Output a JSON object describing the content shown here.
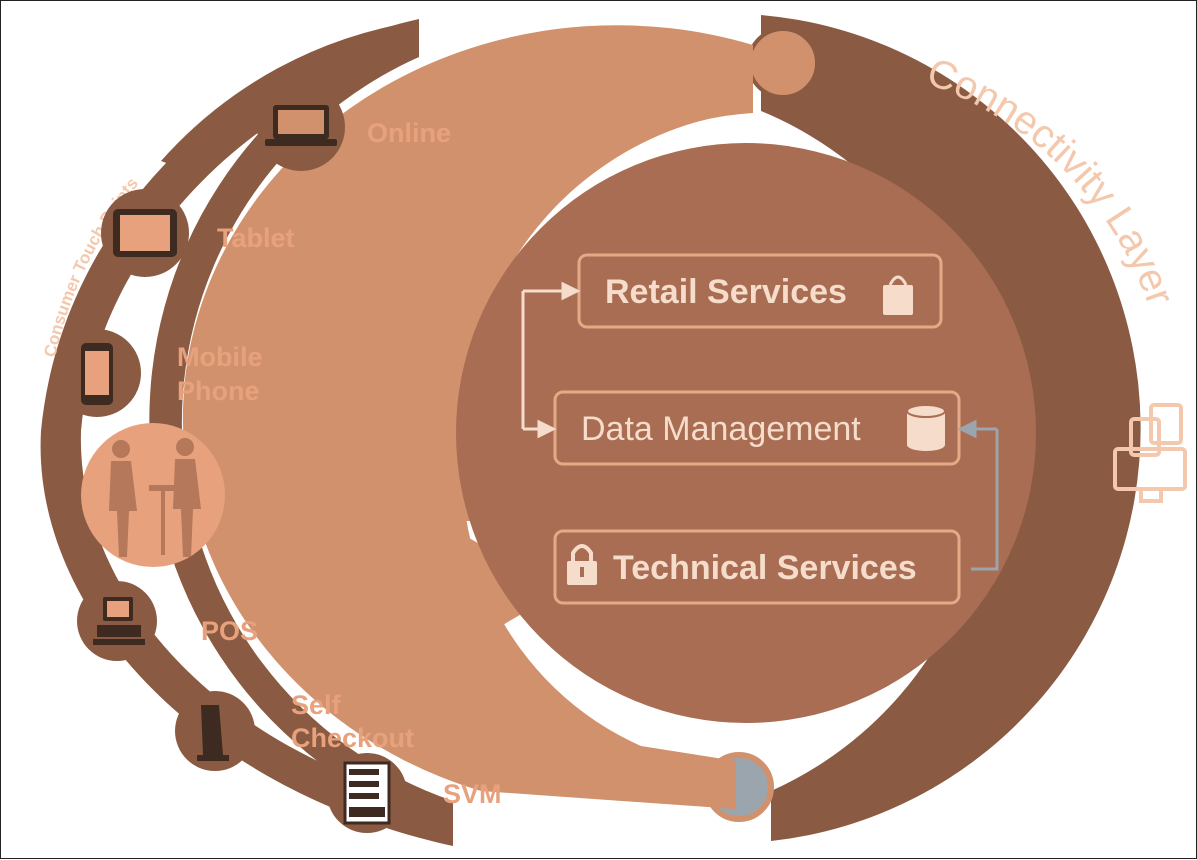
{
  "diagram": {
    "touch_points_title": "Consumer Touch Points",
    "connectivity_title": "Connectivity Layer",
    "touch_points": [
      {
        "label": "Online",
        "icon": "laptop-icon"
      },
      {
        "label": "Tablet",
        "icon": "tablet-icon"
      },
      {
        "label_line1": "Mobile",
        "label_line2": "Phone",
        "icon": "mobile-phone-icon"
      },
      {
        "label": "",
        "icon": "shoppers-icon"
      },
      {
        "label": "POS",
        "icon": "pos-terminal-icon"
      },
      {
        "label_line1": "Self",
        "label_line2": "Checkout",
        "icon": "kiosk-icon"
      },
      {
        "label": "SVM",
        "icon": "vending-machine-icon"
      }
    ],
    "services": [
      {
        "label": "Retail Services",
        "icon": "shopping-bag-icon"
      },
      {
        "label": "Data Management",
        "icon": "database-icon"
      },
      {
        "label": "Technical Services",
        "icon": "lock-icon"
      }
    ],
    "colors": {
      "dark_brown": "#8a5a42",
      "light_orange": "#d2916d",
      "label_orange": "#e7a27d",
      "box_text": "#f6dccb",
      "arrow_gray": "#9aa5ad"
    }
  }
}
